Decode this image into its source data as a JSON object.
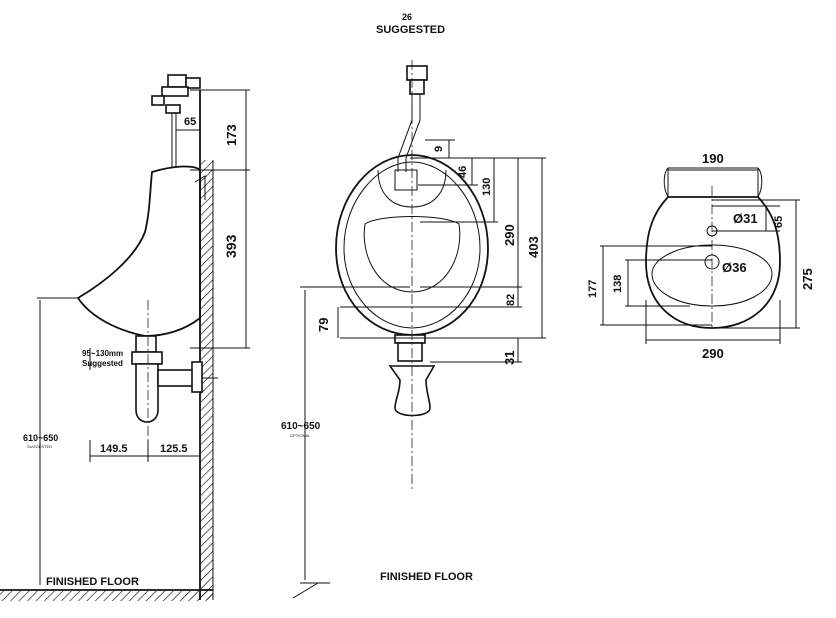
{
  "side": {
    "dim_65": "65",
    "dim_173": "173",
    "dim_393": "393",
    "trap_range": "95~130mm",
    "trap_note": "Suggested",
    "height": "610~650",
    "height_note": "SUGGESTED",
    "dim_149_5": "149.5",
    "dim_125_5": "125.5",
    "floor": "FINISHED FLOOR"
  },
  "front": {
    "top_dim": "26",
    "top_note": "SUGGESTED",
    "dim_9": "9",
    "dim_46": "46",
    "dim_130": "130",
    "dim_290": "290",
    "dim_403": "403",
    "dim_82": "82",
    "dim_79": "79",
    "dim_31": "31",
    "height": "610~650",
    "height_note": "OPTIONAL",
    "floor": "FINISHED FLOOR"
  },
  "back": {
    "dim_190": "190",
    "hole_31": "Ø31",
    "dim_65": "65",
    "hole_36": "Ø36",
    "dim_177": "177",
    "dim_138": "138",
    "dim_275": "275",
    "dim_290": "290"
  }
}
